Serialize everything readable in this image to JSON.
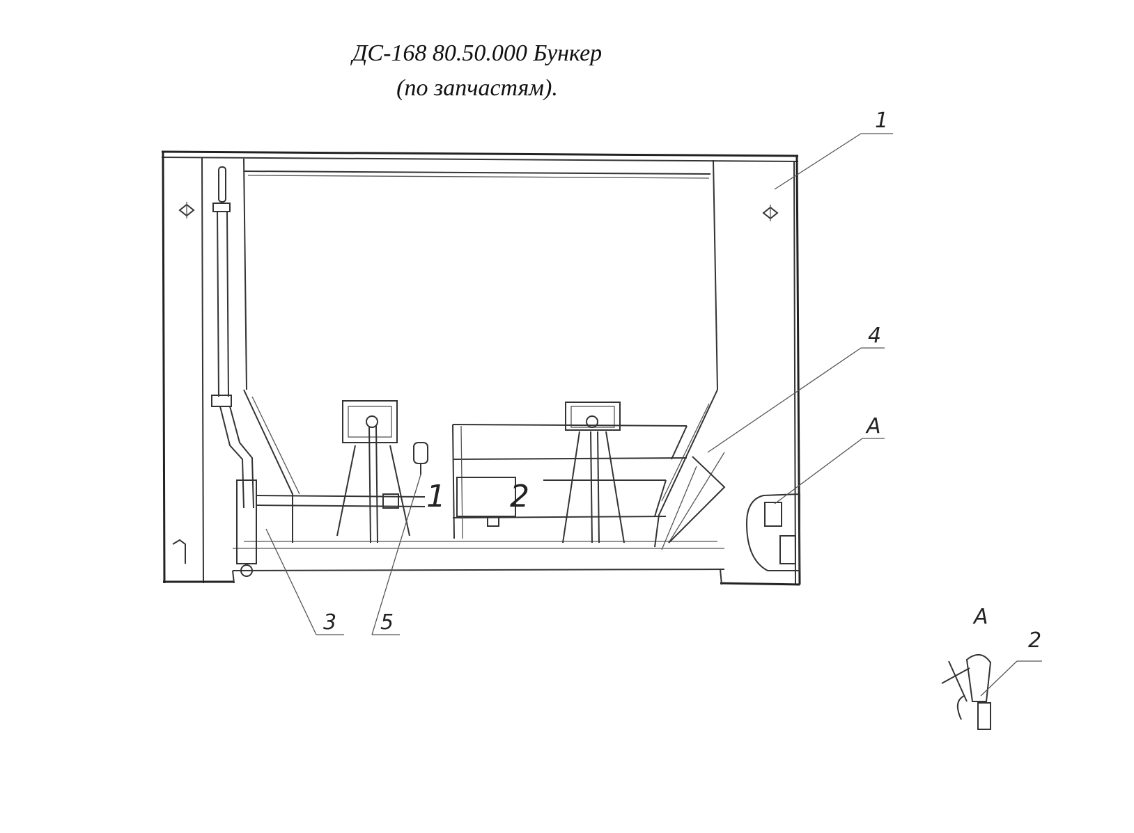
{
  "title": {
    "line1": "ДС-168 80.50.000 Бункер",
    "line2": "(по запчастям)."
  },
  "callouts": {
    "c1": "1",
    "c4": "4",
    "cA": "A",
    "c3": "3",
    "c5": "5",
    "inner1": "1",
    "inner2": "2",
    "detail_title": "A",
    "detail_2": "2"
  }
}
